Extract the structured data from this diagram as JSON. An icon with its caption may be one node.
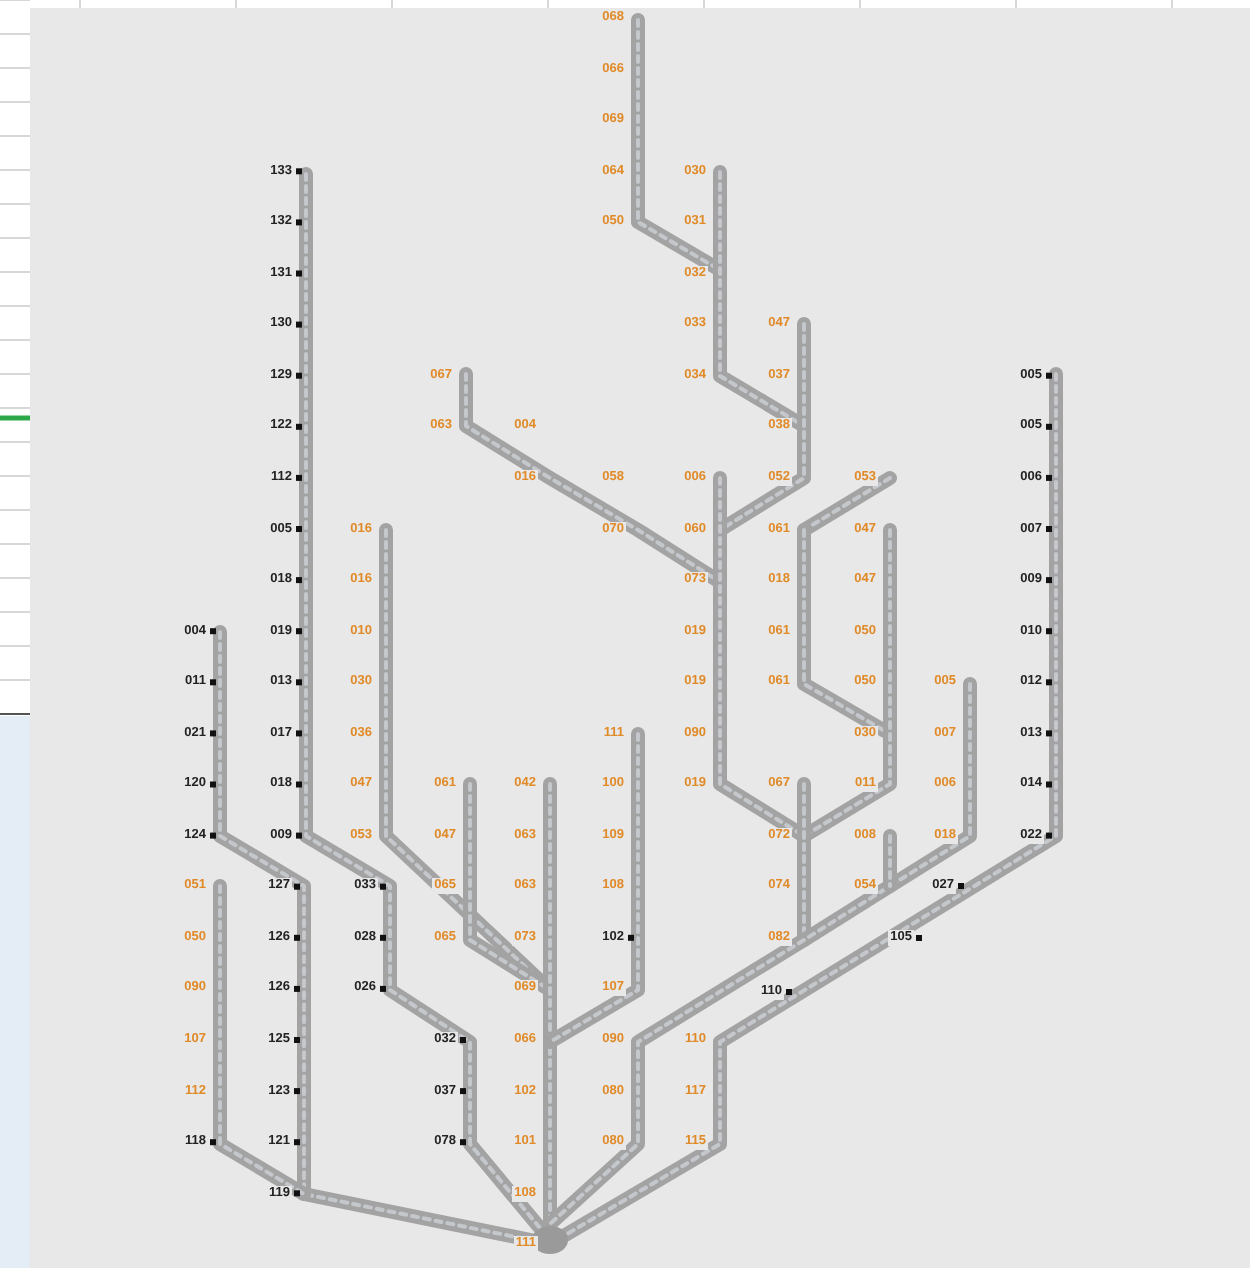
{
  "diagram": {
    "labels": [
      "133",
      "132",
      "131",
      "130",
      "129",
      "122",
      "112",
      "005",
      "018",
      "019",
      "013",
      "017",
      "018",
      "009",
      "004",
      "011",
      "021",
      "120",
      "124",
      "127",
      "126",
      "126",
      "125",
      "123",
      "121",
      "119",
      "051",
      "050",
      "090",
      "107",
      "112",
      "118",
      "033",
      "028",
      "026",
      "032",
      "037",
      "078",
      "016",
      "016",
      "010",
      "030",
      "036",
      "047",
      "053",
      "061",
      "047",
      "065",
      "065",
      "042",
      "063",
      "063",
      "073",
      "069",
      "066",
      "102",
      "101",
      "108",
      "111",
      "111",
      "100",
      "109",
      "108",
      "102",
      "107",
      "068",
      "066",
      "069",
      "064",
      "050",
      "030",
      "031",
      "032",
      "033",
      "034",
      "047",
      "037",
      "038",
      "052",
      "067",
      "063",
      "004",
      "016",
      "058",
      "070",
      "006",
      "060",
      "073",
      "019",
      "019",
      "090",
      "019",
      "061",
      "018",
      "061",
      "061",
      "053",
      "047",
      "047",
      "050",
      "050",
      "030",
      "011",
      "067",
      "072",
      "074",
      "082",
      "090",
      "080",
      "080",
      "110",
      "117",
      "115",
      "005",
      "007",
      "006",
      "018",
      "008",
      "054",
      "005",
      "005",
      "006",
      "007",
      "009",
      "010",
      "012",
      "013",
      "014",
      "022",
      "027",
      "105",
      "110"
    ]
  }
}
